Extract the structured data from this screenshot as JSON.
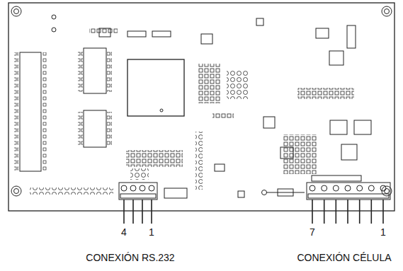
{
  "diagram": {
    "labels": [
      "4",
      "1",
      "7",
      "1",
      "CONEXIÓN RS.232",
      "CONEXIÓN CÉLULA"
    ]
  }
}
